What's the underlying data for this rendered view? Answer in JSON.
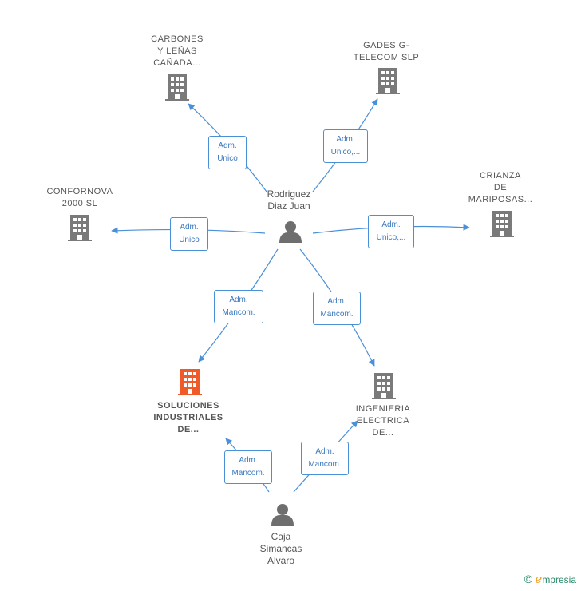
{
  "companies": [
    {
      "id": "carbones",
      "lines": [
        "CARBONES",
        "Y LEÑAS",
        "CAÑADA..."
      ]
    },
    {
      "id": "gades",
      "lines": [
        "GADES G-",
        "TELECOM SLP"
      ]
    },
    {
      "id": "confornova",
      "lines": [
        "CONFORNOVA",
        "2000  SL"
      ]
    },
    {
      "id": "crianza",
      "lines": [
        "CRIANZA",
        "DE",
        "MARIPOSAS..."
      ]
    },
    {
      "id": "soluciones",
      "lines": [
        "SOLUCIONES",
        "INDUSTRIALES",
        "DE..."
      ]
    },
    {
      "id": "ingenieria",
      "lines": [
        "INGENIERIA",
        "ELECTRICA",
        "DE..."
      ]
    }
  ],
  "persons": [
    {
      "id": "rodriguez",
      "lines": [
        "Rodriguez",
        "Diaz Juan"
      ]
    },
    {
      "id": "caja",
      "lines": [
        "Caja",
        "Simancas",
        "Alvaro"
      ]
    }
  ],
  "relations": [
    {
      "id": "r1",
      "lines": [
        "Adm.",
        "Unico"
      ]
    },
    {
      "id": "r2",
      "lines": [
        "Adm.",
        "Unico,..."
      ]
    },
    {
      "id": "r3",
      "lines": [
        "Adm.",
        "Unico"
      ]
    },
    {
      "id": "r4",
      "lines": [
        "Adm.",
        "Unico,..."
      ]
    },
    {
      "id": "r5",
      "lines": [
        "Adm.",
        "Mancom."
      ]
    },
    {
      "id": "r6",
      "lines": [
        "Adm.",
        "Mancom."
      ]
    },
    {
      "id": "r7",
      "lines": [
        "Adm.",
        "Mancom."
      ]
    },
    {
      "id": "r8",
      "lines": [
        "Adm.",
        "Mancom."
      ]
    }
  ],
  "colors": {
    "company": "#7a7a7a",
    "company_highlight": "#f05a28",
    "edge": "#4a90d9",
    "person": "#6e6e6e"
  },
  "icons": {
    "company": "building-icon",
    "person": "person-icon"
  },
  "brand": {
    "copyright": "©",
    "initial": "e",
    "rest": "mpresia"
  }
}
